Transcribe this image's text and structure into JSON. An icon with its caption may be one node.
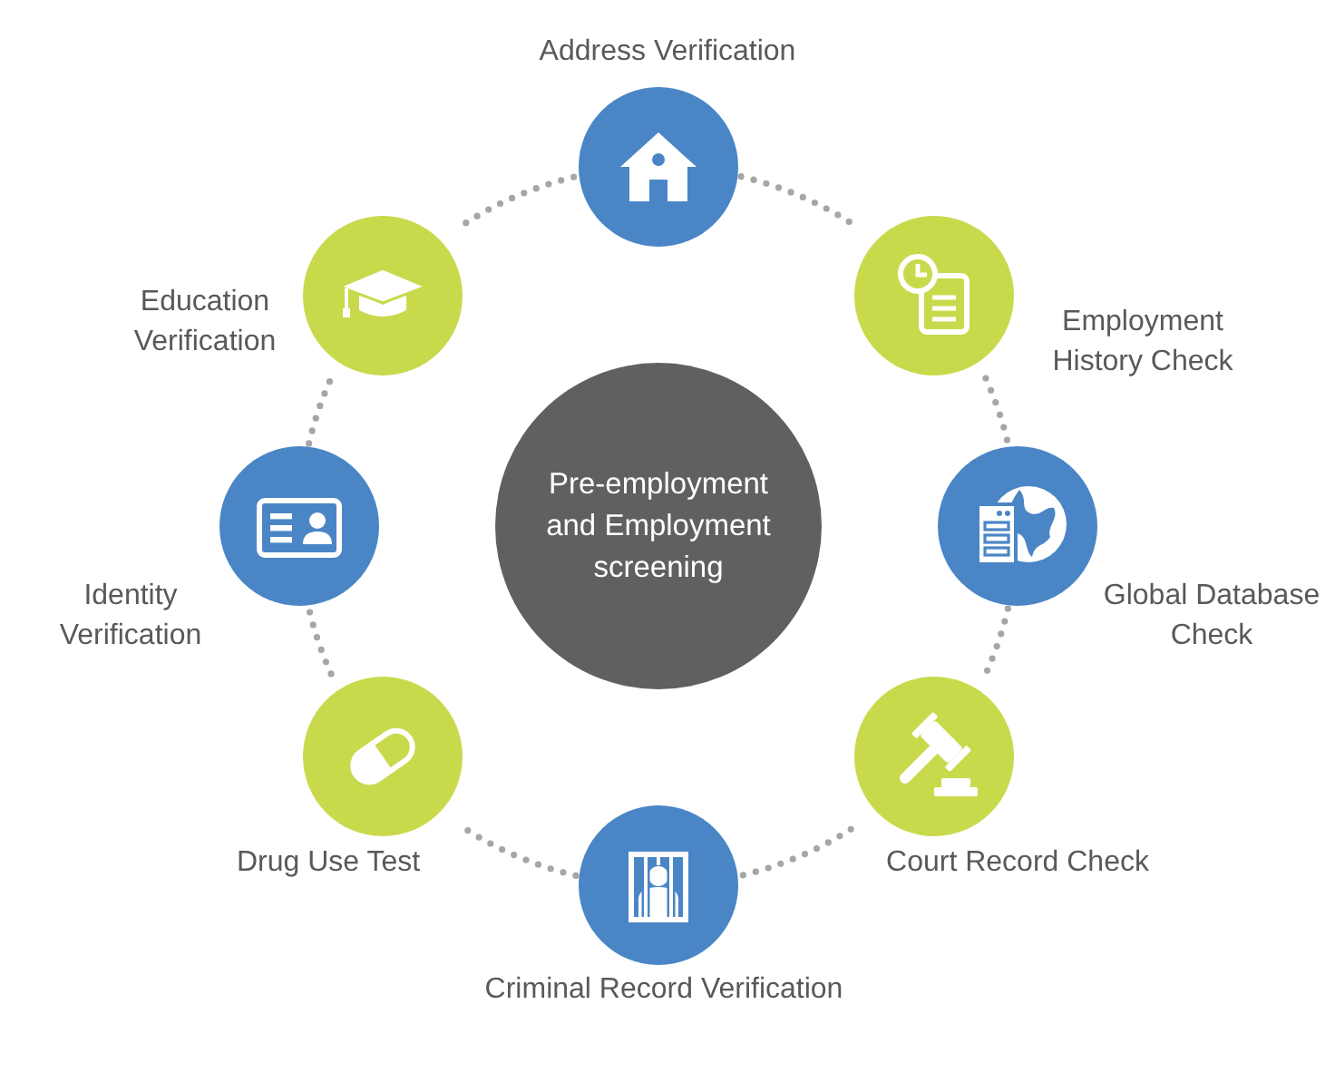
{
  "diagram": {
    "nodes": [
      {
        "text": [
          "Pre-employment and Employment screening"
        ]
      },
      {
        "text": [],
        "shape": "circle",
        "beside": [
          "Address Verification"
        ]
      },
      {
        "text": [],
        "shape": "circle",
        "beside": [
          "Employment History Check"
        ]
      },
      {
        "text": [],
        "shape": "circle",
        "beside": [
          "Global Database Check"
        ]
      },
      {
        "text": [],
        "shape": "circle",
        "beside": [
          "Court Record Check"
        ]
      },
      {
        "text": [],
        "shape": "circle",
        "beside": [
          "Criminal Record Verification"
        ]
      },
      {
        "text": [],
        "shape": "circle",
        "beside": [
          "Drug Use Test"
        ]
      },
      {
        "text": [],
        "shape": "circle",
        "beside": [
          "Identity Verification"
        ]
      },
      {
        "text": [],
        "shape": "circle",
        "beside": [
          "Education Verification"
        ]
      }
    ],
    "edges": [
      {
        "from": 1,
        "to": 2,
        "arrow": "none",
        "style": "dashed"
      },
      {
        "from": 2,
        "to": 3,
        "arrow": "none",
        "style": "dashed"
      },
      {
        "from": 3,
        "to": 4,
        "arrow": "none",
        "style": "dashed"
      },
      {
        "from": 4,
        "to": 5,
        "arrow": "none",
        "style": "dashed"
      },
      {
        "from": 5,
        "to": 6,
        "arrow": "none",
        "style": "dashed"
      },
      {
        "from": 6,
        "to": 7,
        "arrow": "none",
        "style": "dashed"
      },
      {
        "from": 7,
        "to": 8,
        "arrow": "none",
        "style": "dashed"
      },
      {
        "from": 8,
        "to": 1,
        "arrow": "none",
        "style": "dashed"
      }
    ]
  }
}
